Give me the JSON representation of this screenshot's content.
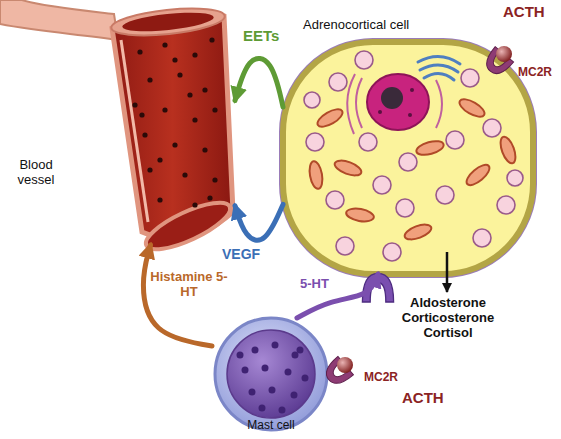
{
  "diagram": {
    "nodes": [
      {
        "text": [
          "Blood vessel"
        ]
      },
      {
        "text": [
          "Adrenocortical cell"
        ]
      },
      {
        "text": [
          "Mast cell"
        ]
      }
    ],
    "edges": [
      {
        "from": 1,
        "to": 0,
        "arrow": "to",
        "label": "EETs"
      },
      {
        "from": 1,
        "to": 0,
        "arrow": "to",
        "label": "VEGF"
      },
      {
        "from": 2,
        "to": 0,
        "arrow": "to",
        "label": "Histamine 5-HT"
      },
      {
        "from": 2,
        "to": 1,
        "arrow": "to",
        "label": "5-HT"
      }
    ],
    "labels": [
      "ACTH",
      "MC2R",
      "Aldosterone Corticosterone Cortisol",
      "MC2R",
      "ACTH"
    ]
  }
}
